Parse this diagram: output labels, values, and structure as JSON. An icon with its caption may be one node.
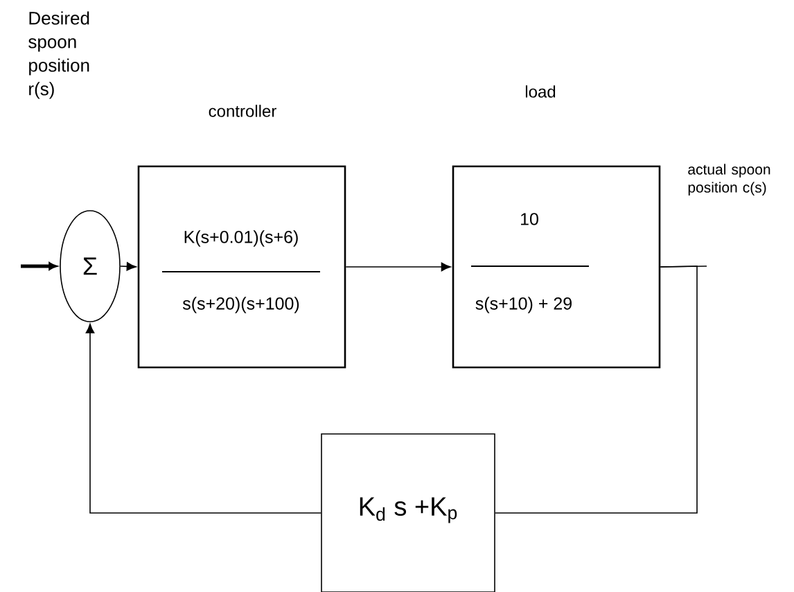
{
  "diagram": {
    "nodes": [
      {
        "text": [
          "Σ"
        ]
      },
      {
        "text": [
          "controller",
          "K(s+0.01)(s+6)",
          "s(s+20)(s+100)"
        ]
      },
      {
        "text": [
          "load",
          "10",
          "s(s+10) + 29"
        ]
      },
      {
        "text": [
          "K$_{d}$ s +K$_{p}$"
        ]
      }
    ],
    "edges": [
      {
        "from": null,
        "to": 0,
        "arrow": "to",
        "style": "thick"
      },
      {
        "from": 0,
        "to": 1,
        "arrow": "to"
      },
      {
        "from": 1,
        "to": 2,
        "arrow": "to"
      },
      {
        "from": 2,
        "to": null,
        "arrow": "none"
      },
      {
        "from": 2,
        "to": 3,
        "arrow": "none"
      },
      {
        "from": 3,
        "to": 0,
        "arrow": "to"
      }
    ],
    "labels": [
      "Desired spoon position r(s)",
      "actual spoon position c(s)"
    ]
  }
}
